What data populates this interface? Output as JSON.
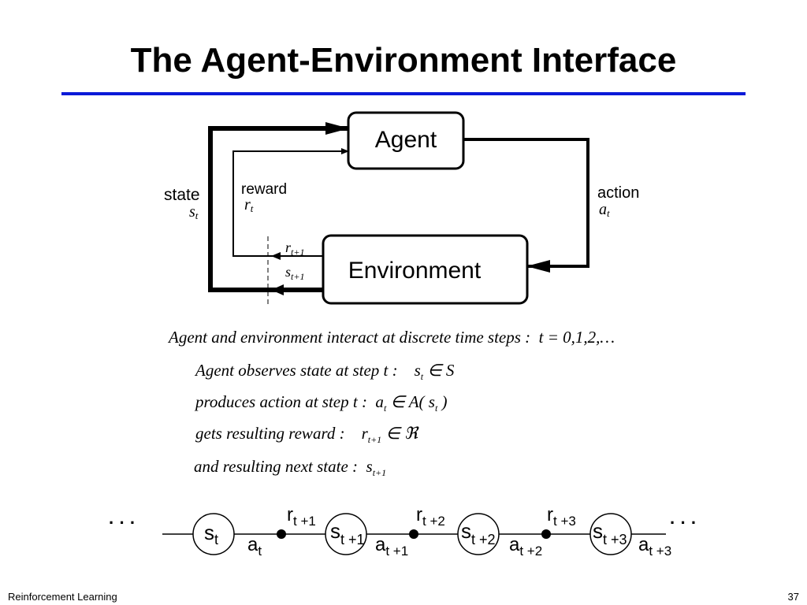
{
  "title": "The Agent-Environment Interface",
  "diagram": {
    "agent_label": "Agent",
    "environment_label": "Environment",
    "state_label": "state",
    "state_symbol": "s",
    "state_sub": "t",
    "reward_label": "reward",
    "reward_symbol": "r",
    "reward_sub": "t",
    "action_label": "action",
    "action_symbol": "a",
    "action_sub": "t",
    "next_reward_symbol": "r",
    "next_reward_sub": "t+1",
    "next_state_symbol": "s",
    "next_state_sub": "t+1"
  },
  "equations": {
    "line1": "Agent and environment interact at discrete time steps :  t = 0,1,2,…",
    "line2_text": "Agent observes state at step t :    s",
    "line2_sub": "t",
    "line2_tail": " ∈ S",
    "line3_text": "produces action at step t :  a",
    "line3_sub": "t",
    "line3_mid": " ∈ A( s",
    "line3_sub2": "t",
    "line3_tail": " )",
    "line4_text": "gets resulting reward :    r",
    "line4_sub": "t+1",
    "line4_tail": " ∈ ℜ",
    "line5_text": "and resulting next state :  s",
    "line5_sub": "t+1"
  },
  "sequence": {
    "ellipsis_left": "· · ·",
    "ellipsis_right": "· · ·",
    "states": [
      {
        "sym": "s",
        "sub": "t"
      },
      {
        "sym": "s",
        "sub": "t +1"
      },
      {
        "sym": "s",
        "sub": "t +2"
      },
      {
        "sym": "s",
        "sub": "t +3"
      }
    ],
    "actions": [
      {
        "sym": "a",
        "sub": "t"
      },
      {
        "sym": "a",
        "sub": "t +1"
      },
      {
        "sym": "a",
        "sub": "t +2"
      },
      {
        "sym": "a",
        "sub": "t +3"
      }
    ],
    "rewards": [
      {
        "sym": "r",
        "sub": "t +1"
      },
      {
        "sym": "r",
        "sub": "t +2"
      },
      {
        "sym": "r",
        "sub": "t +3"
      }
    ]
  },
  "footer": {
    "left": "Reinforcement Learning",
    "right": "37"
  }
}
